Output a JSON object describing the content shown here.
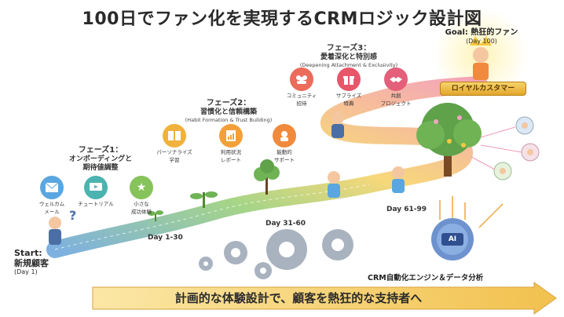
{
  "title": "100日でファン化を実現するCRMロジック設計図",
  "phase1": {
    "label": "フェーズ1：",
    "name_line1": "オンボーディングと",
    "name_line2": "期待値調整",
    "icons": [
      {
        "line1": "ウェルカム",
        "line2": "メール",
        "icon": "mail-icon",
        "color": "#5aa6e0"
      },
      {
        "line1": "チュートリアル",
        "line2": "",
        "icon": "screen-icon",
        "color": "#4bb3b0"
      },
      {
        "line1": "小さな",
        "line2": "成功体験",
        "icon": "star-check-icon",
        "color": "#86c35b"
      }
    ]
  },
  "phase2": {
    "label": "フェーズ2：",
    "name": "習慣化と信頼構築",
    "en": "(Habit Formation & Trust Building)",
    "icons": [
      {
        "line1": "パーソナライズ",
        "line2": "学習",
        "icon": "book-icon",
        "color": "#f0b23c"
      },
      {
        "line1": "利用状況",
        "line2": "レポート",
        "icon": "report-icon",
        "color": "#f3a03a"
      },
      {
        "line1": "能動的",
        "line2": "サポート",
        "icon": "support-icon",
        "color": "#f08a3c"
      }
    ]
  },
  "phase3": {
    "label": "フェーズ3：",
    "name": "愛着深化と特別感",
    "en": "(Deepening Attachment & Exclusivity)",
    "icons": [
      {
        "line1": "コミュニティ",
        "line2": "招待",
        "icon": "community-icon",
        "color": "#ec6b5a"
      },
      {
        "line1": "サプライズ",
        "line2": "特典",
        "icon": "gift-icon",
        "color": "#e8566a"
      },
      {
        "line1": "共創",
        "line2": "プロジェクト",
        "icon": "handshake-icon",
        "color": "#e45f7a"
      }
    ]
  },
  "goal": {
    "title": "Goal: 熱狂的ファン",
    "day": "(Day 100)",
    "badge": "ロイヤルカスタマー"
  },
  "start": {
    "title": "Start:",
    "name": "新規顧客",
    "day": "(Day 1)"
  },
  "days": {
    "d1": "Day 1-30",
    "d2": "Day 31-60",
    "d3": "Day 61-99"
  },
  "crm_label": "CRM自動化エンジン＆データ分析",
  "ai_label": "AI",
  "banner": "計画的な体験設計で、顧客を熱狂的な支持者へ",
  "colors": {
    "path_start": "#6fa8dc",
    "path_mid": "#9bd07a",
    "path_end": "#f29bb2",
    "banner": "#f2c14e"
  }
}
